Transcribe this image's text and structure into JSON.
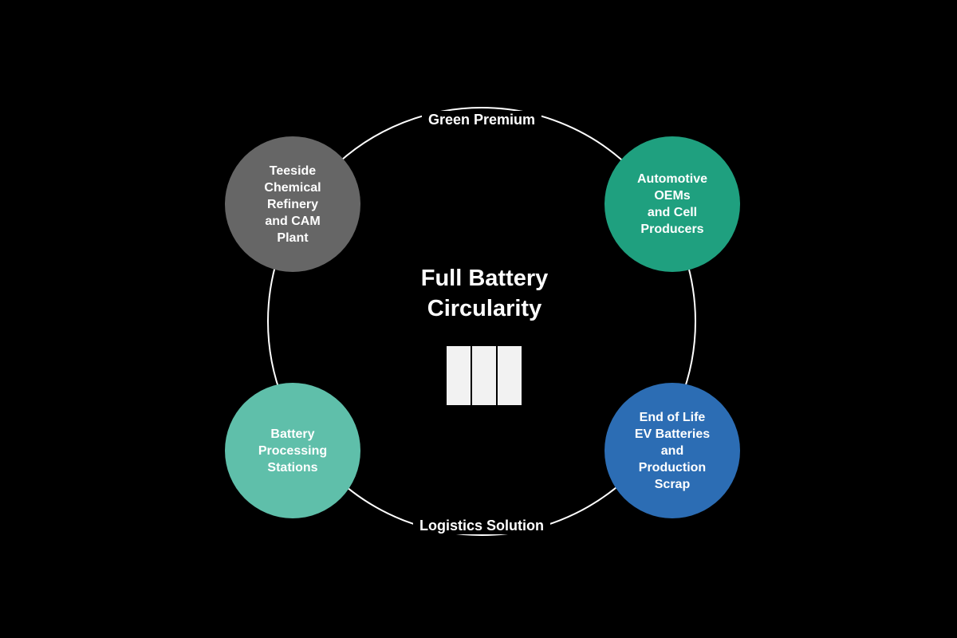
{
  "diagram": {
    "top_label": "Green Premium",
    "bottom_label": "Logistics Solution",
    "center_title": "Full Battery\nCircularity",
    "nodes": {
      "top_left": {
        "label": "Teeside\nChemical\nRefinery\nand CAM\nPlant",
        "color": "#666666"
      },
      "top_right": {
        "label": "Automotive\nOEMs\nand Cell\nProducers",
        "color": "#1fa07f"
      },
      "bottom_left": {
        "label": "Battery\nProcessing\nStations",
        "color": "#5fbfaa"
      },
      "bottom_right": {
        "label": "End of Life\nEV Batteries\nand\nProduction\nScrap",
        "color": "#2c6db4"
      }
    },
    "ring_color": "#ffffff",
    "background": "#000000",
    "logo_icon": "three-bar-logo-icon"
  }
}
